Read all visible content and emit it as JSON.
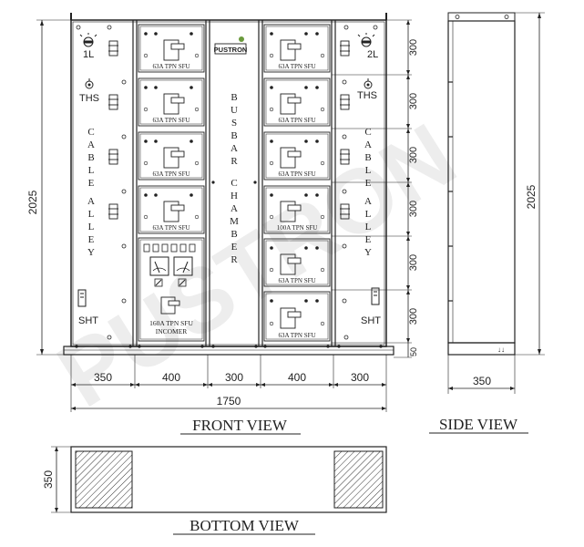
{
  "views": {
    "front": "FRONT VIEW",
    "side": "SIDE VIEW",
    "bottom": "BOTTOM VIEW"
  },
  "brand": "PUSTRON",
  "watermark": "PUSTRON",
  "left_cable_alley": {
    "switch_label": "1L",
    "ths_label": "THS",
    "sht_label": "SHT",
    "title_letters": [
      "C",
      "A",
      "B",
      "L",
      "E"
    ],
    "title_letters2": [
      "A",
      "L",
      "L",
      "E",
      "Y"
    ]
  },
  "right_cable_alley": {
    "switch_label": "2L",
    "ths_label": "THS",
    "sht_label": "SHT",
    "title_letters": [
      "C",
      "A",
      "B",
      "L",
      "E"
    ],
    "title_letters2": [
      "A",
      "L",
      "L",
      "E",
      "Y"
    ]
  },
  "busbar_chamber": {
    "letters1": [
      "B",
      "U",
      "S",
      "B",
      "A",
      "R"
    ],
    "letters2": [
      "C",
      "H",
      "A",
      "M",
      "B",
      "E",
      "R"
    ]
  },
  "left_feeders": [
    "63A TPN SFU",
    "63A TPN SFU",
    "63A TPN SFU",
    "63A TPN SFU"
  ],
  "incomer": {
    "line1": "160A TPN SFU",
    "line2": "INCOMER"
  },
  "right_feeders": [
    "63A TPN SFU",
    "63A TPN SFU",
    "63A TPN SFU",
    "100A TPN SFU",
    "63A TPN SFU",
    "63A TPN SFU"
  ],
  "dimensions": {
    "height_front": "2025",
    "height_side": "2025",
    "widths": [
      "350",
      "400",
      "300",
      "400",
      "300"
    ],
    "total_width": "1750",
    "side_depth": "350",
    "bottom_depth": "350",
    "vertical": [
      "300",
      "300",
      "300",
      "300",
      "300",
      "300",
      "50"
    ]
  }
}
